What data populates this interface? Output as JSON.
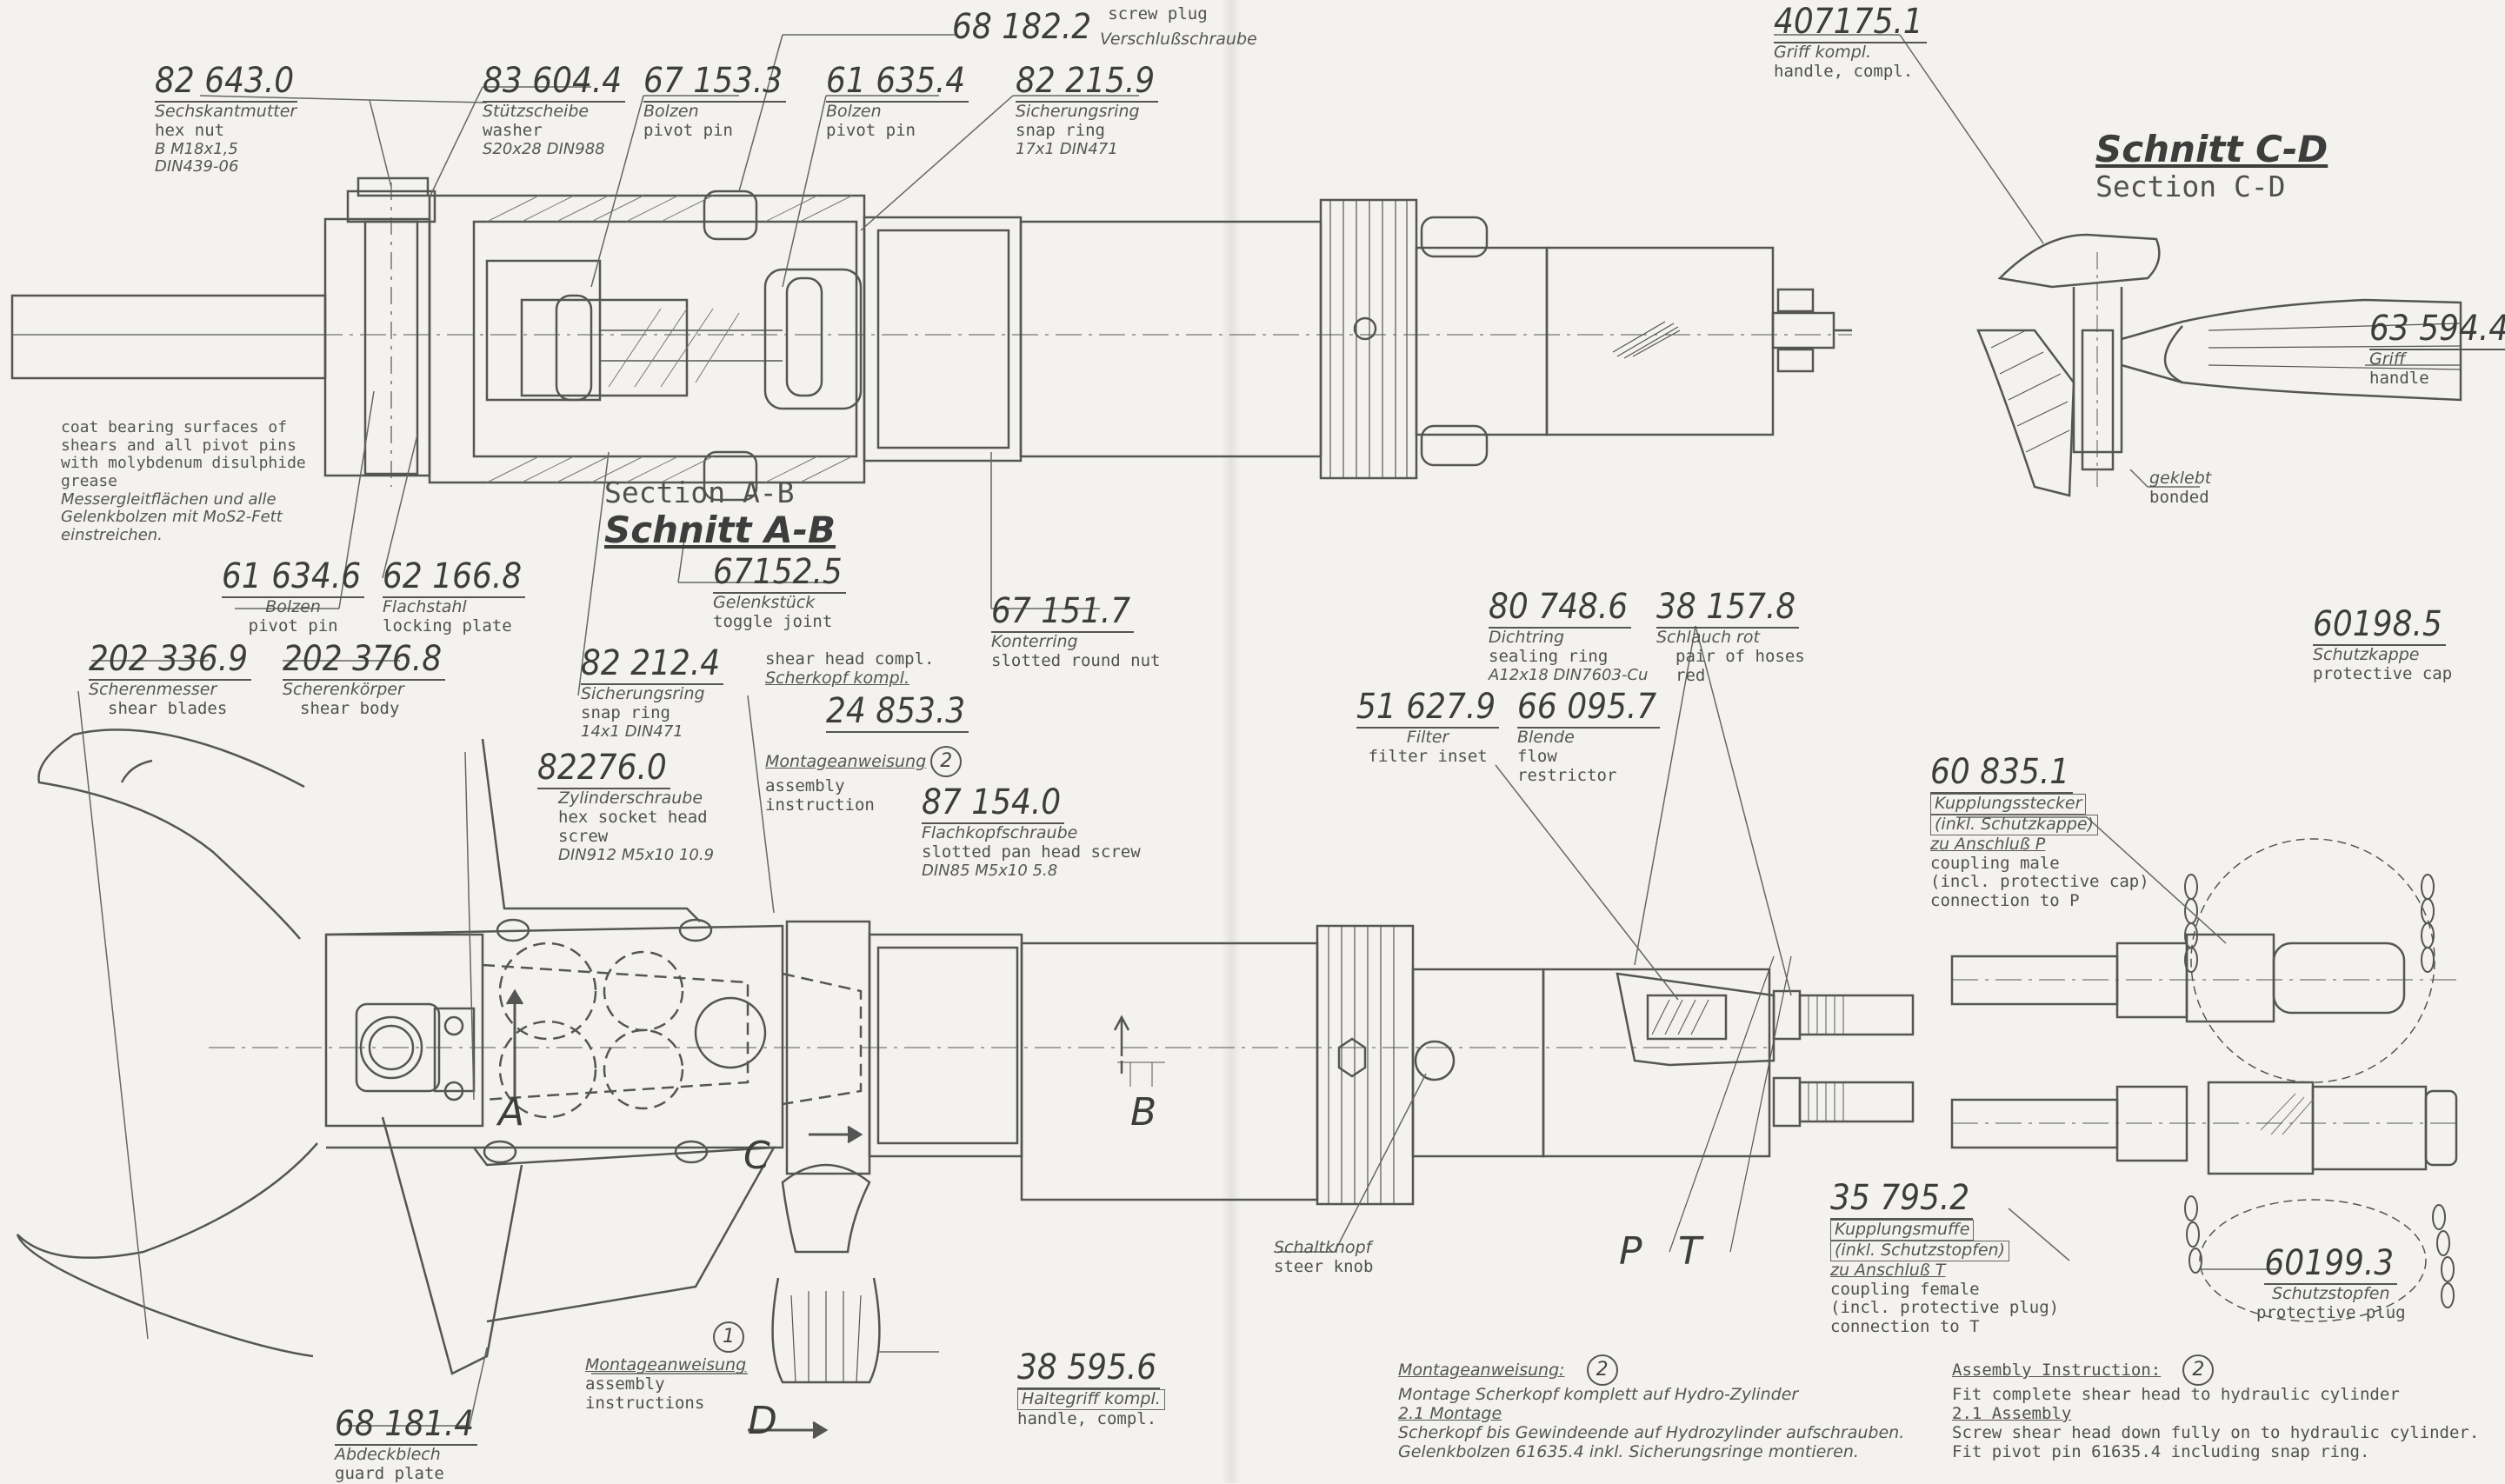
{
  "labels": {
    "p68182_2": {
      "num": "68 182.2",
      "en": "screw plug",
      "de": "Verschlußschraube"
    },
    "p82643_0": {
      "num": "82 643.0",
      "de": "Sechskantmutter",
      "en": "hex nut",
      "spec1": "B M18x1,5",
      "spec2": "DIN439-06"
    },
    "p83604_4": {
      "num": "83 604.4",
      "de": "Stützscheibe",
      "en": "washer",
      "spec": "S20x28 DIN988"
    },
    "p67153_3": {
      "num": "67 153.3",
      "de": "Bolzen",
      "en": "pivot pin"
    },
    "p61635_4": {
      "num": "61 635.4",
      "de": "Bolzen",
      "en": "pivot pin"
    },
    "p82215_9": {
      "num": "82 215.9",
      "de": "Sicherungsring",
      "en": "snap ring",
      "spec": "17x1 DIN471"
    },
    "p407175_1": {
      "num": "407175.1",
      "de": "Griff kompl.",
      "en": "handle, compl."
    },
    "section_cd": {
      "title": "Schnitt C-D",
      "sub": "Section C-D"
    },
    "p63594_4": {
      "num": "63 594.4",
      "de": "Griff",
      "en": "handle"
    },
    "glued": {
      "de": "geklebt",
      "en": "bonded"
    },
    "coat_note": {
      "en1": "coat bearing surfaces of",
      "en2": "shears and all pivot pins",
      "en3": "with molybdenum disulphide",
      "en4": "grease",
      "de1": "Messergleitflächen und alle",
      "de2": "Gelenkbolzen mit MoS2-Fett",
      "de3": "einstreichen."
    },
    "section_ab": {
      "title": "Schnitt A-B",
      "sub": "Section A-B"
    },
    "p61634_6": {
      "num": "61 634.6",
      "de": "Bolzen",
      "en": "pivot pin"
    },
    "p62166_8": {
      "num": "62 166.8",
      "de": "Flachstahl",
      "en": "locking plate"
    },
    "p67152_5": {
      "num": "67152.5",
      "de": "Gelenkstück",
      "en": "toggle joint"
    },
    "p67151_7": {
      "num": "67 151.7",
      "de": "Konterring",
      "en": "slotted round nut"
    },
    "p202336_9": {
      "num": "202 336.9",
      "de": "Scherenmesser",
      "en": "shear blades"
    },
    "p202376_8": {
      "num": "202 376.8",
      "de": "Scherenkörper",
      "en": "shear body"
    },
    "p82212_4": {
      "num": "82 212.4",
      "de": "Sicherungsring",
      "en": "snap ring",
      "spec": "14x1 DIN471"
    },
    "shear_head": {
      "en": "shear head compl.",
      "de": "Scherkopf kompl."
    },
    "p24853_3": {
      "num": "24 853.3"
    },
    "p82276_0": {
      "num": "82276.0",
      "de": "Zylinderschraube",
      "en1": "hex socket head",
      "en2": "screw",
      "spec": "DIN912 M5x10 10.9"
    },
    "assembly2": {
      "de": "Montageanweisung",
      "num": "2",
      "en1": "assembly",
      "en2": "instruction"
    },
    "p87154_0": {
      "num": "87 154.0",
      "de": "Flachkopfschraube",
      "en": "slotted pan head screw",
      "spec": "DIN85 M5x10 5.8"
    },
    "p80748_6": {
      "num": "80 748.6",
      "de": "Dichtring",
      "en": "sealing ring",
      "spec": "A12x18 DIN7603-Cu"
    },
    "p38157_8": {
      "num": "38 157.8",
      "de": "Schlauch rot",
      "en1": "pair of hoses",
      "en2": "red"
    },
    "p60198_5": {
      "num": "60198.5",
      "de": "Schutzkappe",
      "en": "protective cap"
    },
    "p51627_9": {
      "num": "51 627.9",
      "de": "Filter",
      "en": "filter inset"
    },
    "p66095_7": {
      "num": "66 095.7",
      "de": "Blende",
      "en1": "flow",
      "en2": "restrictor"
    },
    "p60835_1": {
      "num": "60 835.1",
      "de1": "Kupplungsstecker",
      "de2": "(inkl. Schutzkappe)",
      "de3": "zu Anschluß P",
      "en1": "coupling male",
      "en2": "(incl. protective cap)",
      "en3": "connection to P"
    },
    "letters": {
      "a": "A",
      "b": "B",
      "c": "C",
      "d": "D",
      "p": "P",
      "t": "T"
    },
    "p35795_2": {
      "num": "35 795.2",
      "de1": "Kupplungsmuffe",
      "de2": "(inkl. Schutzstopfen)",
      "de3": "zu Anschluß T",
      "en1": "coupling female",
      "en2": "(incl. protective plug)",
      "en3": "connection to T"
    },
    "p60199_3": {
      "num": "60199.3",
      "de": "Schutzstopfen",
      "en": "protective plug"
    },
    "p38595_6": {
      "num": "38 595.6",
      "de": "Haltegriff kompl.",
      "en": "handle, compl."
    },
    "switch_knob": {
      "de": "Schaltknopf",
      "en": "steer knob"
    },
    "assembly1": {
      "num": "1",
      "de": "Montageanweisung",
      "en1": "assembly",
      "en2": "instructions"
    },
    "p68181_4": {
      "num": "68 181.4",
      "de": "Abdeckblech",
      "en": "guard plate"
    },
    "instr_de": {
      "num": "2",
      "h": "Montageanweisung:",
      "l1": "Montage Scherkopf komplett auf Hydro-Zylinder",
      "l2": "2.1 Montage",
      "l3": "Scherkopf bis Gewindeende auf Hydrozylinder aufschrauben.",
      "l4": "Gelenkbolzen 61635.4 inkl. Sicherungsringe montieren."
    },
    "instr_en": {
      "num": "2",
      "h": "Assembly Instruction:",
      "l1": "Fit complete shear head to hydraulic cylinder",
      "l2": "2.1 Assembly",
      "l3": "Screw shear head down fully on to hydraulic cylinder.",
      "l4": "Fit pivot pin 61635.4 including snap ring."
    }
  }
}
